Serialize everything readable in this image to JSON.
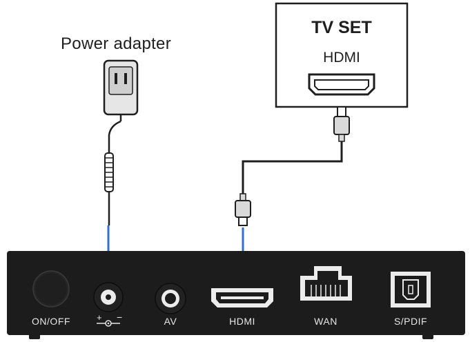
{
  "power_adapter_label": "Power adapter",
  "tv": {
    "title": "TV SET",
    "port_label": "HDMI"
  },
  "ports": [
    {
      "id": "onoff",
      "label": "ON/OFF"
    },
    {
      "id": "dc",
      "label": ""
    },
    {
      "id": "av",
      "label": "AV"
    },
    {
      "id": "hdmi",
      "label": "HDMI"
    },
    {
      "id": "wan",
      "label": "WAN"
    },
    {
      "id": "spdif",
      "label": "S/PDIF"
    }
  ],
  "dc_symbol": {
    "plus": "+",
    "minus": "−"
  },
  "colors": {
    "cable_highlight": "#2f6fd6",
    "device_body": "#1c1c1c",
    "port_text": "#e6e6e6",
    "outline": "#1e1e1e"
  }
}
